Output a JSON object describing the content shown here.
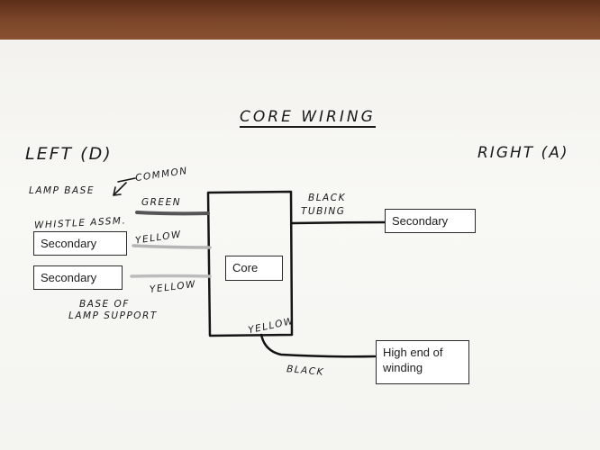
{
  "title": "CORE WIRING",
  "sides": {
    "left": "LEFT (D)",
    "right": "RIGHT (A)"
  },
  "annotations": {
    "lamp_base": "LAMP BASE",
    "common": "COMMON",
    "whistle_assm": "WHISTLE ASSM.",
    "base_of": "BASE OF",
    "lamp_support": "LAMP SUPPORT"
  },
  "wires": {
    "green": "GREEN",
    "yellow_1": "YELLOW",
    "yellow_2": "YELLOW",
    "yellow_core": "YELLOW",
    "black_1": "BLACK",
    "black_2": "TUBING",
    "black_bottom": "BLACK"
  },
  "boxes": {
    "core": "Core",
    "secondary_left_1": "Secondary",
    "secondary_left_2": "Secondary",
    "secondary_right": "Secondary",
    "high_end_1": "High end of",
    "high_end_2": "winding"
  },
  "colors": {
    "green_wire": "#555555",
    "yellow_wire": "#b8b8b8",
    "black_wire": "#111111"
  }
}
